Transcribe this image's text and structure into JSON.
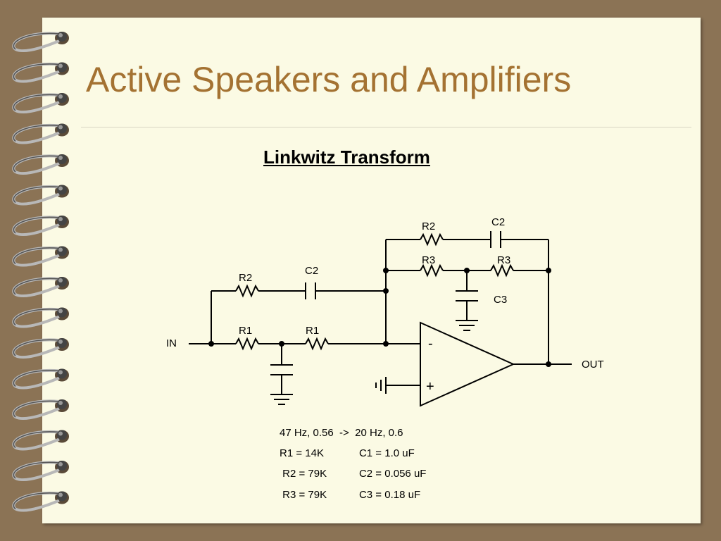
{
  "slide": {
    "title": "Active Speakers and Amplifiers",
    "subtitle": "Linkwitz Transform"
  },
  "circuit": {
    "labels": {
      "in": "IN",
      "out": "OUT",
      "r2_input": "R2",
      "c2_input": "C2",
      "r1_a": "R1",
      "r1_b": "R1",
      "r2_feedback": "R2",
      "c2_feedback": "C2",
      "r3_a": "R3",
      "r3_b": "R3",
      "c3": "C3",
      "opamp_minus": "-",
      "opamp_plus": "+"
    }
  },
  "notes": {
    "line1": "47 Hz, 0.56  ->  20 Hz, 0.6",
    "line2": "R1 = 14K            C1 = 1.0 uF",
    "line3": " R2 = 79K           C2 = 0.056 uF",
    "line4": " R3 = 79K           C3 = 0.18 uF"
  },
  "colors": {
    "background": "#8b7355",
    "page": "#fbfae4",
    "title": "#a47232"
  }
}
